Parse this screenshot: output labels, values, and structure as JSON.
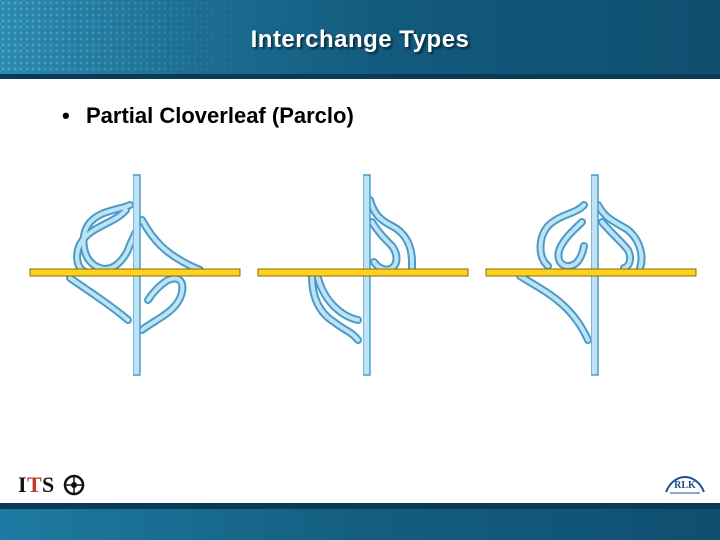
{
  "slide": {
    "title": "Interchange Types",
    "bullet_symbol": "•",
    "bullet_text": "Partial Cloverleaf (Parclo)"
  },
  "logos": {
    "left_text": "ITSO",
    "right_text": "RLK"
  },
  "colors": {
    "header": "#125a7c",
    "road_outline": "#4a9cc8",
    "road_fill": "#bfe3f4",
    "crossroad": "#ffd21f"
  }
}
